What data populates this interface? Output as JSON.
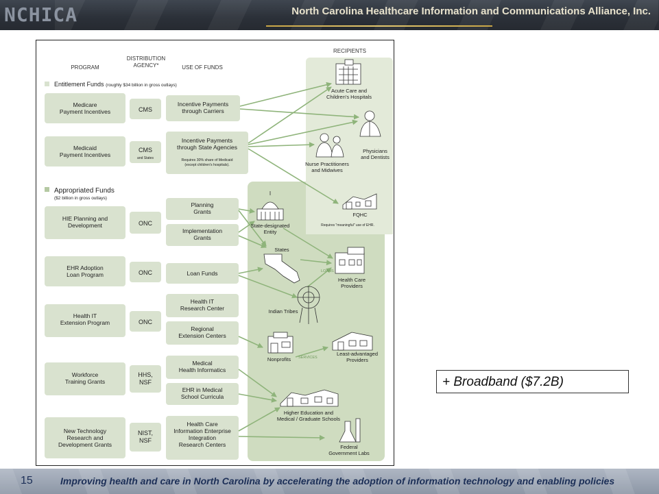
{
  "header": {
    "logo": "NCHICA",
    "title": "North Carolina Healthcare Information and Communications Alliance, Inc."
  },
  "footer": {
    "page_number": "15",
    "tagline": "Improving health and care in North Carolina by accelerating the adoption of information technology and enabling policies"
  },
  "callout": {
    "text": "+ Broadband ($7.2B)"
  },
  "diagram": {
    "headers": {
      "program": "PROGRAM",
      "agency_l1": "DISTRIBUTION",
      "agency_l2": "AGENCY*",
      "use": "USE OF FUNDS",
      "recipients": "RECIPIENTS"
    },
    "entitlement": {
      "title": "Entitlement Funds",
      "note": "(roughly $34 billion in gross outlays)"
    },
    "appropriated": {
      "title": "Appropriated Funds",
      "note": "($2 billion in gross outlays)"
    },
    "programs": {
      "medicare": [
        "Medicare",
        "Payment Incentives"
      ],
      "medicaid": [
        "Medicaid",
        "Payment Incentives"
      ],
      "hie": [
        "HIE Planning and",
        "Development"
      ],
      "ehr": [
        "EHR Adoption",
        "Loan Program"
      ],
      "hitep": [
        "Health IT",
        "Extension Program"
      ],
      "workforce": [
        "Workforce",
        "Training Grants"
      ],
      "newtech": [
        "New Technology",
        "Research and",
        "Development Grants"
      ]
    },
    "agencies": {
      "medicare": "CMS",
      "medicaid": "CMS",
      "medicaid_sub": "and States",
      "hie": "ONC",
      "ehr": "ONC",
      "hitep": "ONC",
      "workforce": [
        "HHS,",
        "NSF"
      ],
      "newtech": [
        "NIST,",
        "NSF"
      ]
    },
    "uses": {
      "carriers": [
        "Incentive Payments",
        "through Carriers"
      ],
      "state_agencies": [
        "Incentive Payments",
        "through State Agencies"
      ],
      "state_agencies_note": [
        "Requires 30% share of Medicaid",
        "(except children's hospitals)."
      ],
      "planning": [
        "Planning",
        "Grants"
      ],
      "implementation": [
        "Implementation",
        "Grants"
      ],
      "loan": [
        "Loan Funds"
      ],
      "research_center": [
        "Health IT",
        "Research Center"
      ],
      "regional": [
        "Regional",
        "Extension Centers"
      ],
      "med_informatics": [
        "Medical",
        "Health Informatics"
      ],
      "ehr_curricula": [
        "EHR in Medical",
        "School Curricula"
      ],
      "hc_info": [
        "Health Care",
        "Information Enterprise",
        "Integration",
        "Research Centers"
      ]
    },
    "recipients": {
      "hospitals": [
        "Acute Care and",
        "Children's Hospitals"
      ],
      "physicians": [
        "Physicians",
        "and Dentists"
      ],
      "nurses": [
        "Nurse Practitioners",
        "and Midwives"
      ],
      "fqhc": "FQHC",
      "fqhc_note": "Requires \"meaningful\" use of EHR.",
      "state_entity": [
        "State-designated",
        "Entity"
      ],
      "states": "States",
      "hc_providers": [
        "Health Care",
        "Providers"
      ],
      "tribes": "Indian Tribes",
      "nonprofits": "Nonprofits",
      "least_adv": [
        "Least-advantaged",
        "Providers"
      ],
      "higher_ed": [
        "Higher Education and",
        "Medical / Graduate Schools"
      ],
      "fed_labs": [
        "Federal",
        "Government Labs"
      ]
    },
    "arrow_labels": {
      "loans": "LOANS",
      "services": "SERVICES"
    }
  }
}
